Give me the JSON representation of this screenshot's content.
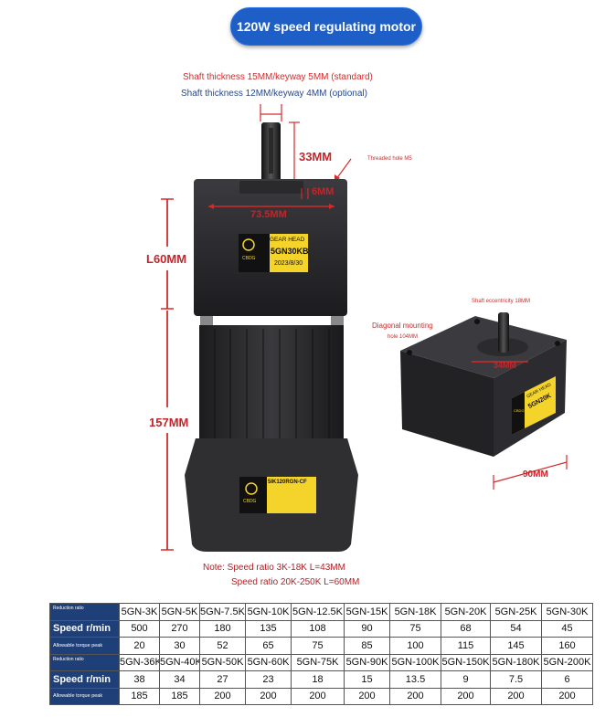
{
  "header": {
    "title": "120W speed regulating motor"
  },
  "shaft": {
    "line1": "Shaft thickness 15MM/keyway 5MM (standard)",
    "line2": "Shaft thickness 12MM/keyway 4MM (optional)"
  },
  "dimensions": {
    "shaft_length": "33MM",
    "threaded_hole": "Threaded hole M5",
    "keyway": "6MM",
    "width": "73.5MM",
    "gearhead_length": "L60MM",
    "motor_length": "157MM",
    "side_width": "90MM",
    "side_shaft": "34MM"
  },
  "gear_label": {
    "line1": "GEAR",
    "line1b": "HEAD",
    "model": "5GN30KB",
    "date": "2023/8/30",
    "brand": "CBDG"
  },
  "motor_label": {
    "model": "5IK120RGN-CF",
    "brand": "CBDG"
  },
  "side_view": {
    "eccentricity": "Shaft eccentricity 18MM",
    "diagonal": "Diagonal mounting",
    "hole": "hole 104MM",
    "label_line1": "GEAR HEAD",
    "label_model": "5GN20K",
    "brand": "CBDG"
  },
  "notes": {
    "line1": "Note: Speed ratio 3K-18K L=43MM",
    "line2": "Speed ratio 20K-250K L=60MM"
  },
  "table": {
    "rows": [
      {
        "header": "Reduction ratio",
        "cells": [
          "5GN-3K",
          "5GN-5K",
          "5GN-7.5K",
          "5GN-10K",
          "5GN-12.5K",
          "5GN-15K",
          "5GN-18K",
          "5GN-20K",
          "5GN-25K",
          "5GN-30K"
        ]
      },
      {
        "header": "Speed r/min",
        "cells": [
          "500",
          "270",
          "180",
          "135",
          "108",
          "90",
          "75",
          "68",
          "54",
          "45"
        ]
      },
      {
        "header": "Allowable torque peak",
        "cells": [
          "20",
          "30",
          "52",
          "65",
          "75",
          "85",
          "100",
          "115",
          "145",
          "160"
        ]
      },
      {
        "header": "Reduction ratio",
        "cells": [
          "5GN-36K",
          "5GN-40K",
          "5GN-50K",
          "5GN-60K",
          "5GN-75K",
          "5GN-90K",
          "5GN-100K",
          "5GN-150K",
          "5GN-180K",
          "5GN-200K"
        ]
      },
      {
        "header": "Speed r/min",
        "cells": [
          "38",
          "34",
          "27",
          "23",
          "18",
          "15",
          "13.5",
          "9",
          "7.5",
          "6"
        ]
      },
      {
        "header": "Allowable torque peak",
        "cells": [
          "185",
          "185",
          "200",
          "200",
          "200",
          "200",
          "200",
          "200",
          "200",
          "200"
        ]
      }
    ]
  }
}
